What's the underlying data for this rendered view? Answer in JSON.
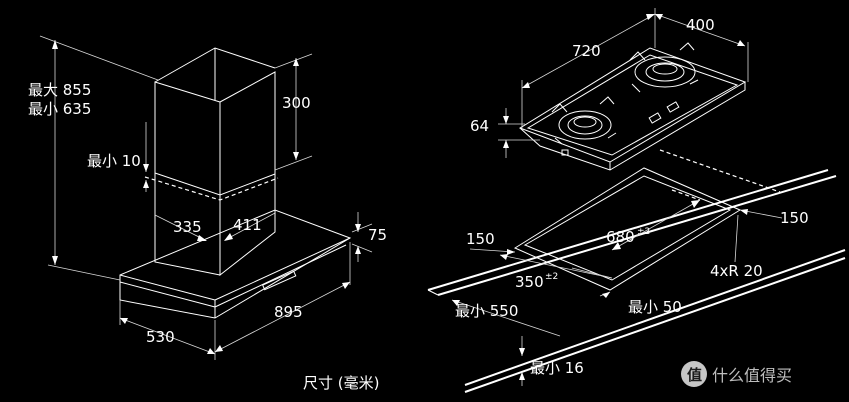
{
  "hood": {
    "height_label_max": "最大 855",
    "height_label_min": "最小 635",
    "chimney_height": "300",
    "overlap_label": "最小 10",
    "chimney_depth": "335",
    "chimney_width": "411",
    "canopy_height": "75",
    "canopy_depth": "530",
    "canopy_width": "895",
    "units_caption": "尺寸 (毫米)"
  },
  "hob": {
    "depth": "400",
    "width": "720",
    "thickness": "64",
    "cutout_width": "680",
    "cutout_width_tol": "±2",
    "cutout_depth": "350",
    "cutout_depth_tol": "±2",
    "edge_left": "150",
    "edge_right": "150",
    "corner_radius": "4xR 20",
    "min_front": "最小 550",
    "min_back": "最小 50",
    "min_thickness": "最小 16"
  },
  "watermark": {
    "text": "什么值得买",
    "icon": "smzdm-logo-icon"
  }
}
